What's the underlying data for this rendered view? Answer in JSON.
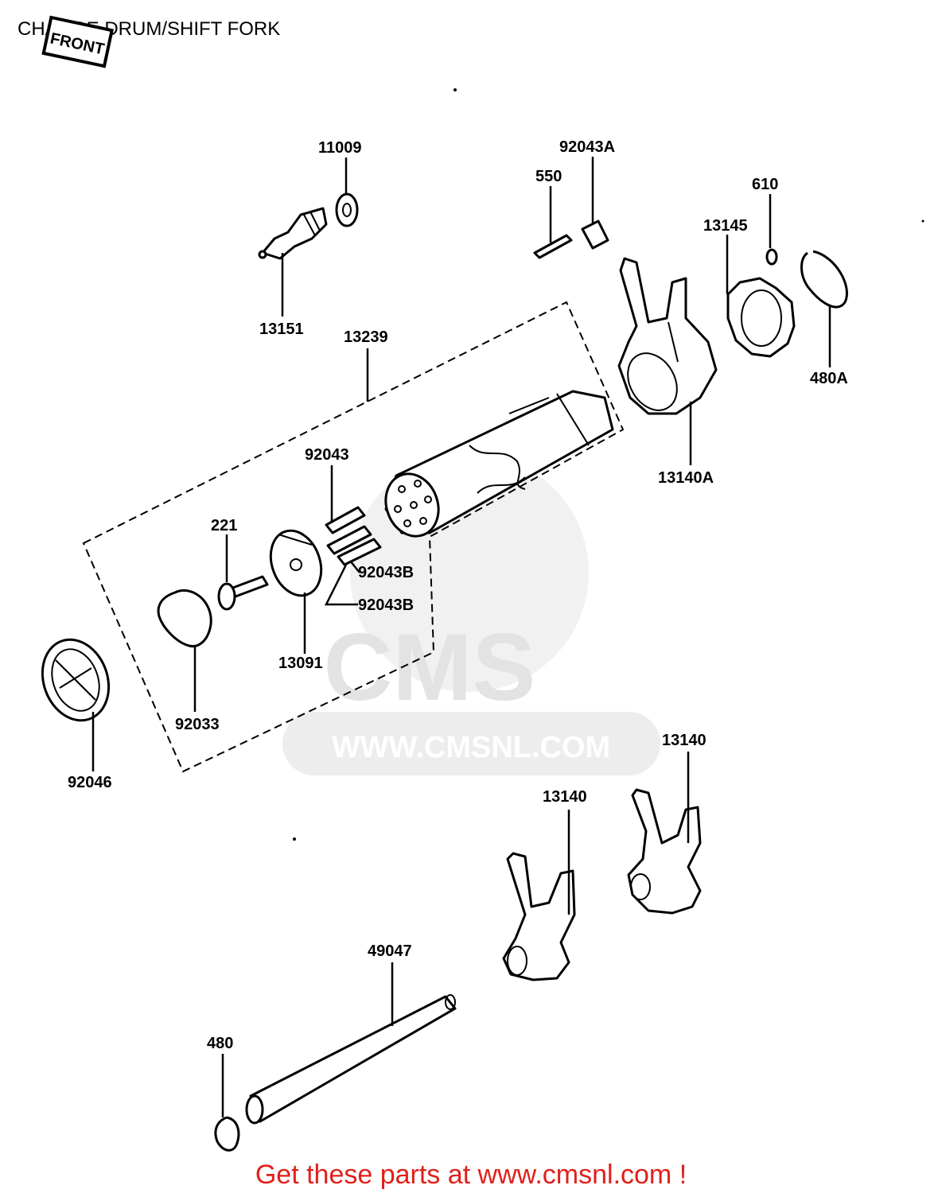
{
  "title": "CHANGE DRUM/SHIFT FORK",
  "front_badge": "FRONT",
  "watermark": {
    "brand": "CMS",
    "url": "WWW.CMSNL.COM"
  },
  "promo": "Get these parts at www.cmsnl.com !",
  "part_labels": {
    "p11009": "11009",
    "p13151": "13151",
    "p92043A": "92043A",
    "p550": "550",
    "p610": "610",
    "p13145": "13145",
    "p480A": "480A",
    "p13239": "13239",
    "p13140A": "13140A",
    "p92043": "92043",
    "p221": "221",
    "p92043B_1": "92043B",
    "p92043B_2": "92043B",
    "p13091": "13091",
    "p92033": "92033",
    "p92046": "92046",
    "p13140_1": "13140",
    "p13140_2": "13140",
    "p49047": "49047",
    "p480": "480"
  },
  "colors": {
    "promo": "#e0201b",
    "watermark": "#e3e3e3",
    "ink": "#000000"
  }
}
